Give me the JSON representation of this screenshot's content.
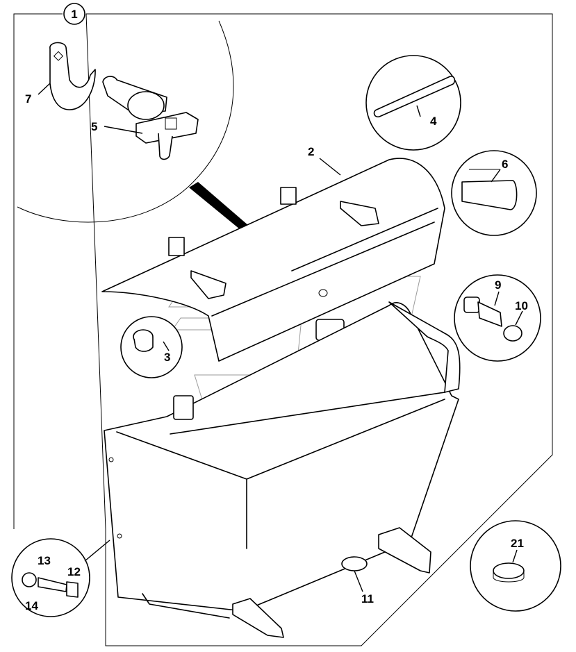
{
  "diagram": {
    "callouts": {
      "c1": "1",
      "c2": "2",
      "c3": "3",
      "c4": "4",
      "c5": "5",
      "c6": "6",
      "c7": "7",
      "c9": "9",
      "c10": "10",
      "c11": "11",
      "c12": "12",
      "c13": "13",
      "c14": "14",
      "c21": "21"
    }
  },
  "colors": {
    "line": "#000000",
    "background": "#ffffff",
    "watermark": "#9a9a9a"
  }
}
